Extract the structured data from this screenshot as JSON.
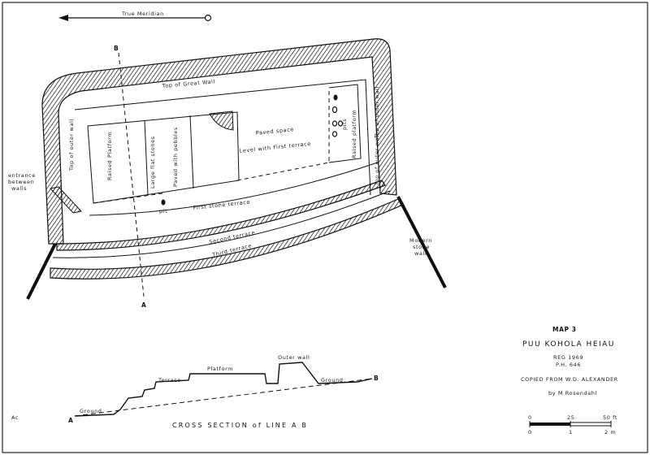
{
  "north_arrow_label": "True Meridian",
  "section_letters": {
    "top": "B",
    "bottom": "A"
  },
  "labels": {
    "top_great_wall": "Top of Great Wall",
    "top_outer_wall_left": "Top of outer wall",
    "top_outer_wall_right_upper": "Top of outer wall",
    "top_outer_wall_right_lower": "Top of outer wall",
    "raised_platform_left": "Raised Platform",
    "large_flat_stones": "Large flat stones",
    "paved_with_pebbles": "Paved with pebbles",
    "paved_space": "Paved space",
    "level_with_first_terrace": "Level with First terrace",
    "pits": "pits",
    "raised_platform_right": "Raised platform",
    "pit": "pit",
    "first_stone_terrace": "First stone terrace",
    "second_terrace": "Second terrace",
    "third_terrace": "Third terrace",
    "entrance_line1": "entrance",
    "entrance_line2": "between",
    "entrance_line3": "walls",
    "modern_wall_line1": "Modern",
    "modern_wall_line2": "stone",
    "modern_wall_line3": "wall"
  },
  "section_labels": {
    "terrace": "Terrace",
    "platform": "Platform",
    "outer_wall": "Outer wall",
    "ground_left": "Ground",
    "ground_right": "Ground",
    "end_a": "A",
    "end_b": "B",
    "caption": "CROSS SECTION of LINE A B"
  },
  "title_block": {
    "map_number": "MAP 3",
    "name": "PUU KOHOLA HEIAU",
    "reg": "REG 1969",
    "ph": "P.H. 646",
    "copied": "COPIED FROM W.D. ALEXANDER",
    "by": "by M Rosendahl"
  },
  "scale": {
    "top_0": "0",
    "top_25": "25",
    "top_50": "50 ft",
    "bot_0": "0",
    "bot_1": "1",
    "bot_2": "2 m"
  },
  "margin_note": "Ac"
}
